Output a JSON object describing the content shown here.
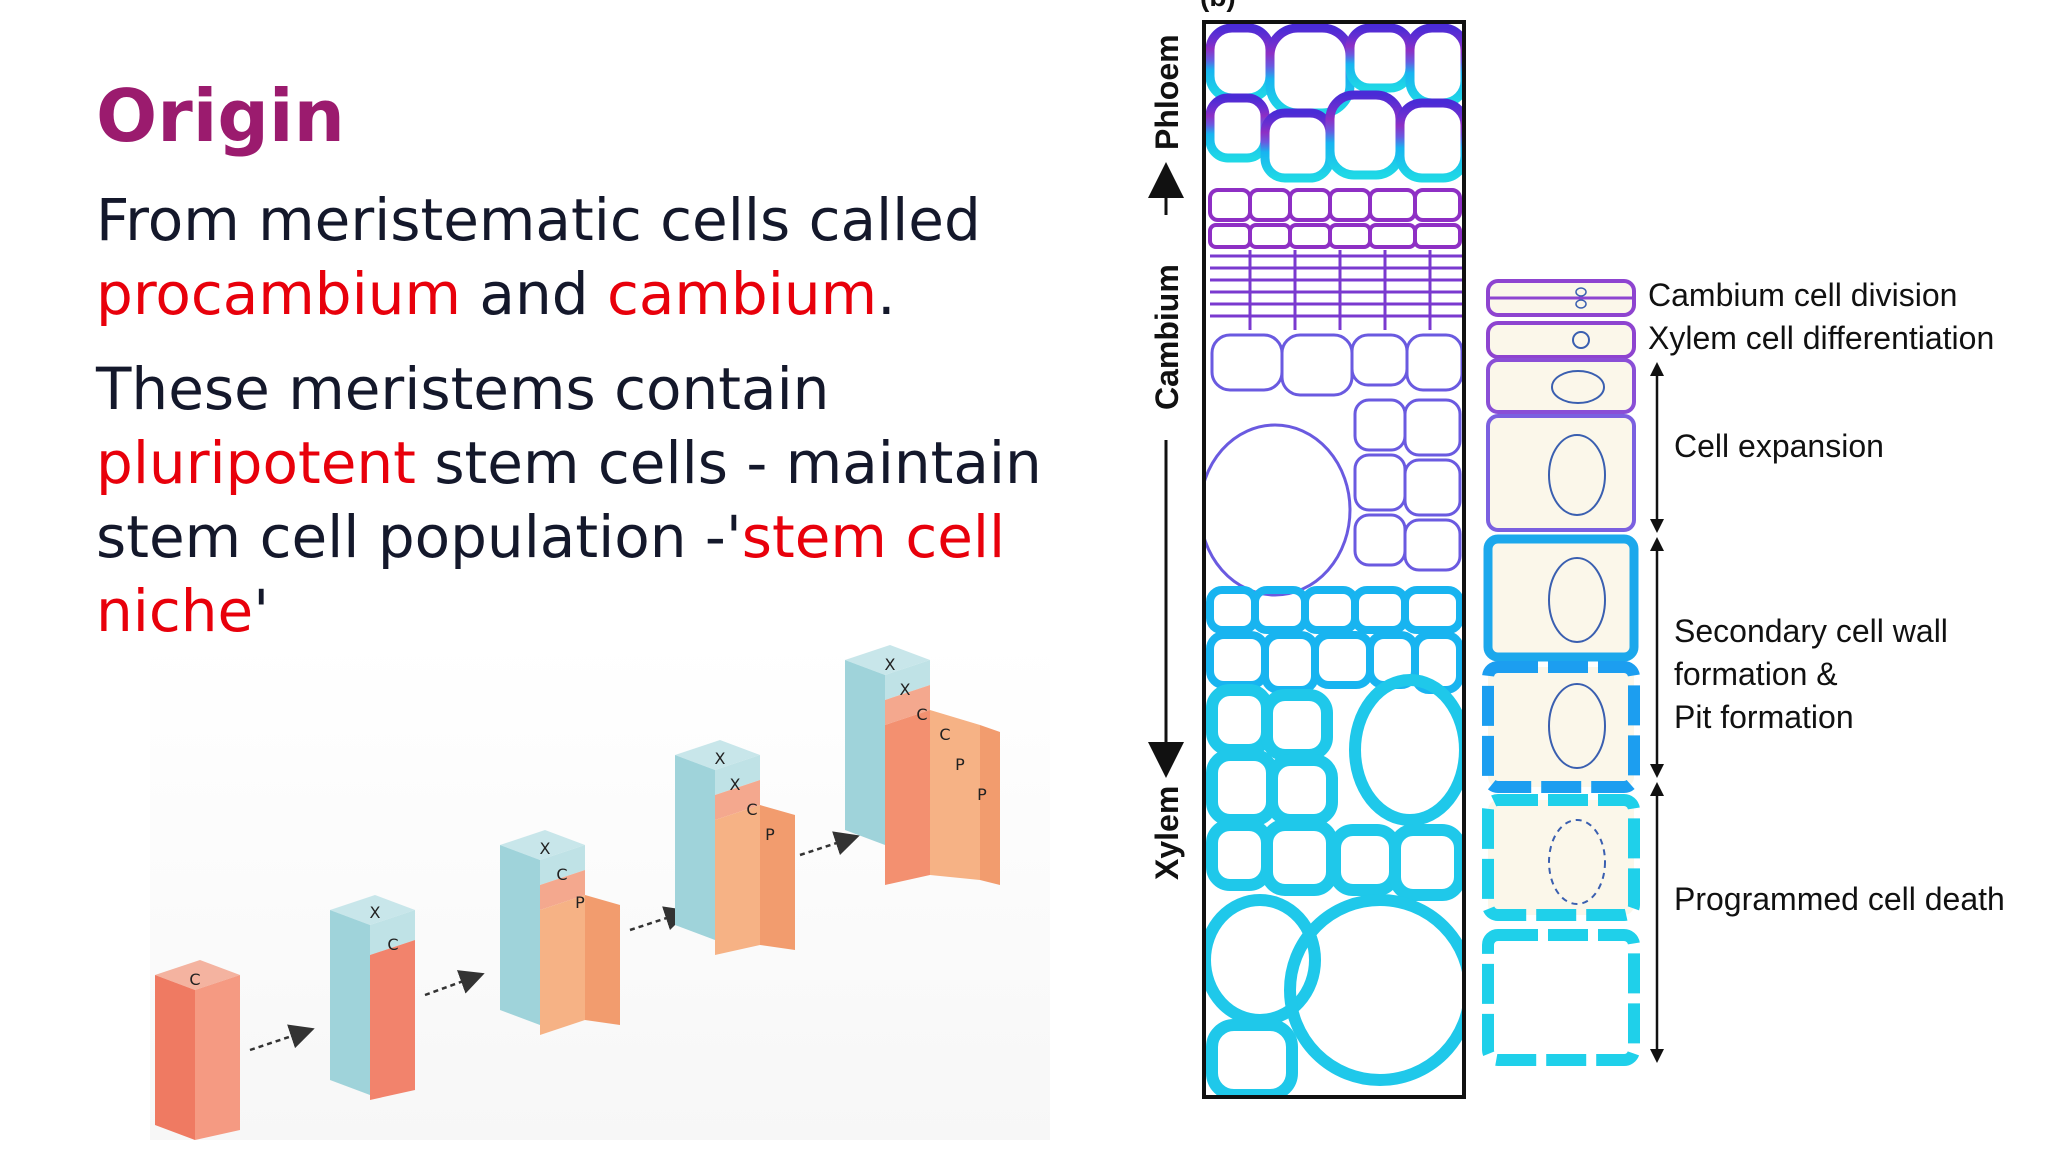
{
  "slide": {
    "title": "Origin",
    "para1": {
      "t1": "From meristematic cells called",
      "red1": "procambium",
      "t2": " and ",
      "red2": "cambium",
      "t3": "."
    },
    "para2": {
      "t1": "These meristems contain",
      "red1": "pluripotent",
      "t2": " stem cells - maintain stem cell population -'",
      "red2": "stem cell niche",
      "t3": "'"
    }
  },
  "block_diagram": {
    "letters": [
      "C",
      "X",
      "C",
      "X",
      "C",
      "P",
      "X",
      "X",
      "C",
      "P",
      "X",
      "X",
      "C",
      "C",
      "P",
      "P"
    ]
  },
  "xylem_diagram": {
    "axis_labels": {
      "phloem": "Phloem",
      "cambium": "Cambium",
      "xylem": "Xylem",
      "partial_top": "(b)"
    },
    "stages": {
      "cambium_division": "Cambium cell division",
      "xylem_diff": "Xylem cell differentiation",
      "expansion": "Cell expansion",
      "secondary_1": "Secondary cell wall",
      "secondary_2": "formation &",
      "secondary_3": "Pit formation",
      "death": "Programmed cell death"
    },
    "colors": {
      "phloem": "#4a2bd6",
      "cambium": "#8e2fc4",
      "transition": "#6a5ae0",
      "xylem": "#18b4f0",
      "xylem_light": "#1fd8e6"
    }
  }
}
